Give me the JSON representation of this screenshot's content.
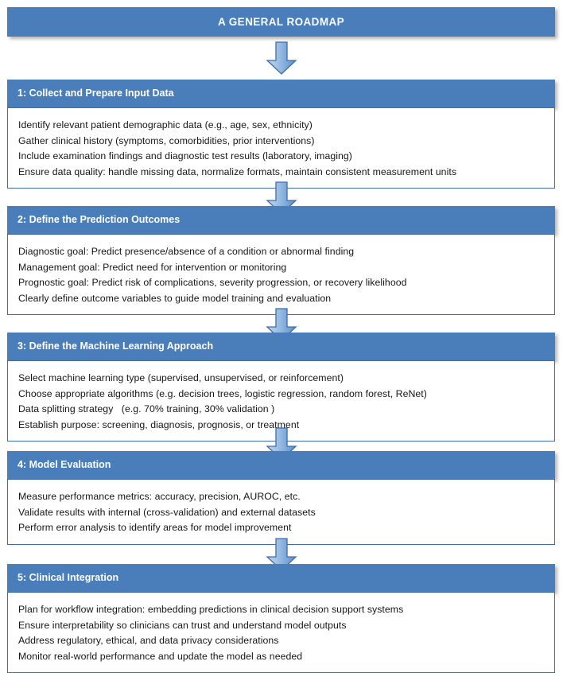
{
  "title": {
    "text": "A GENERAL ROADMAP"
  },
  "colors": {
    "header_blue": "#4A7EBB",
    "body_border_blue": "#3E6DA8",
    "arrow_light": "#B8D0EA",
    "arrow_dark": "#5B8FCC",
    "arrow_border": "#3E6DA8",
    "text_color": "#161616",
    "header_text_color": "#FFFFFF",
    "background": "#FFFFFF"
  },
  "arrows": [
    {
      "name": "arrow-title-to-step1",
      "direction": "down"
    },
    {
      "name": "arrow-step1-to-step2",
      "direction": "down"
    },
    {
      "name": "arrow-step2-to-step3",
      "direction": "down"
    },
    {
      "name": "arrow-step3-to-step4",
      "direction": "down"
    },
    {
      "name": "arrow-step4-to-step5",
      "direction": "down"
    }
  ],
  "steps": [
    {
      "header": "1: Collect and Prepare Input Data",
      "lines": [
        "Identify relevant patient demographic data (e.g., age, sex, ethnicity)",
        "Gather clinical history (symptoms, comorbidities, prior interventions)",
        "Include examination findings and diagnostic test results (laboratory, imaging)",
        "Ensure data quality: handle missing data, normalize formats, maintain consistent measurement units"
      ]
    },
    {
      "header": "2: Define the Prediction Outcomes",
      "lines": [
        "Diagnostic goal: Predict presence/absence of a condition or abnormal finding",
        "Management goal: Predict need for intervention or monitoring",
        "Prognostic goal: Predict risk of complications, severity progression, or recovery likelihood",
        "Clearly define outcome variables to guide model training and evaluation"
      ]
    },
    {
      "header": "3: Define the Machine Learning Approach",
      "lines": [
        "Select machine learning type (supervised, unsupervised, or reinforcement)",
        "Choose appropriate algorithms (e.g. decision trees, logistic regression, random forest, ReNet)",
        "Data splitting strategy   (e.g. 70% training, 30% validation )",
        "Establish purpose: screening, diagnosis, prognosis, or treatment"
      ]
    },
    {
      "header": "4: Model Evaluation",
      "lines": [
        "Measure performance metrics: accuracy, precision, AUROC, etc.",
        "Validate results with internal (cross-validation) and external datasets",
        "Perform error analysis to identify areas for model improvement"
      ]
    },
    {
      "header": "5: Clinical Integration",
      "lines": [
        "Plan for workflow integration: embedding predictions in clinical decision support systems",
        "Ensure interpretability so clinicians can trust and understand model outputs",
        "Address regulatory, ethical, and data privacy considerations",
        "Monitor real-world performance and update the model as needed"
      ]
    }
  ]
}
